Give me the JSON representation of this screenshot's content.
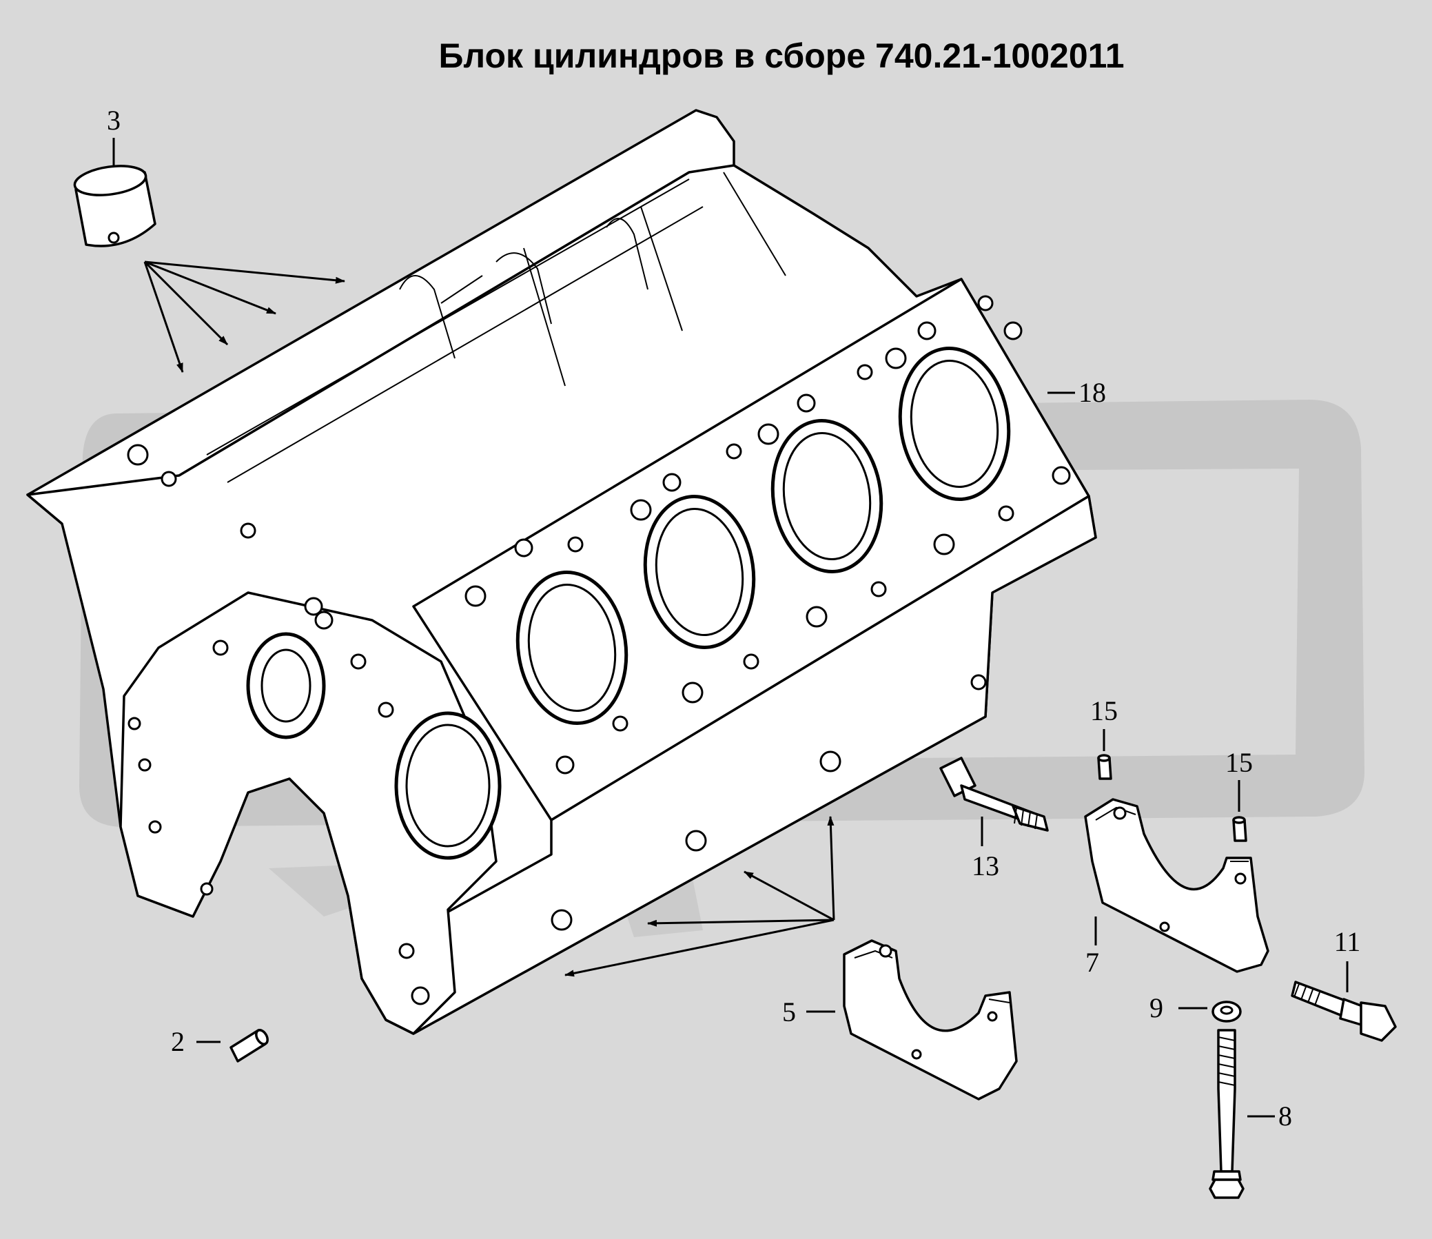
{
  "title": "Блок цилиндров в сборе 740.21-1002011",
  "callouts": {
    "c2": "2",
    "c3": "3",
    "c5": "5",
    "c7": "7",
    "c8": "8",
    "c9": "9",
    "c11": "11",
    "c13": "13",
    "c15a": "15",
    "c15b": "15",
    "c18": "18"
  },
  "colors": {
    "background": "#d9d9d9",
    "watermark": "#c7c7c7",
    "line": "#000000",
    "part_fill": "#ffffff"
  }
}
